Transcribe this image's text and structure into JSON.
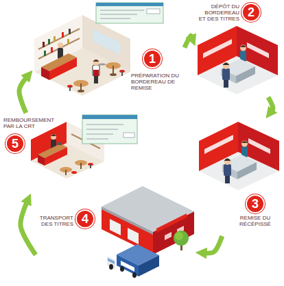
{
  "diagram": {
    "nodes": [
      {
        "text": [
          "1",
          "PRÉPARATION DU BORDEREAU DE REMISE"
        ]
      },
      {
        "text": [
          "2",
          "DÉPÔT DU BORDEREAU ET DES TITRES"
        ]
      },
      {
        "text": [
          "3",
          "REMISE DU RÉCÉPISSÉ"
        ]
      },
      {
        "text": [
          "4",
          "TRANSPORT DES TITRES"
        ]
      },
      {
        "text": [
          "5",
          "REMBOURSEMENT PAR LA CRT"
        ]
      }
    ],
    "edges": [
      {
        "from": 0,
        "to": 1,
        "arrow": "to"
      },
      {
        "from": 1,
        "to": 2,
        "arrow": "to"
      },
      {
        "from": 2,
        "to": 3,
        "arrow": "to"
      },
      {
        "from": 3,
        "to": 4,
        "arrow": "to"
      },
      {
        "from": 4,
        "to": 0,
        "arrow": "to"
      }
    ]
  }
}
